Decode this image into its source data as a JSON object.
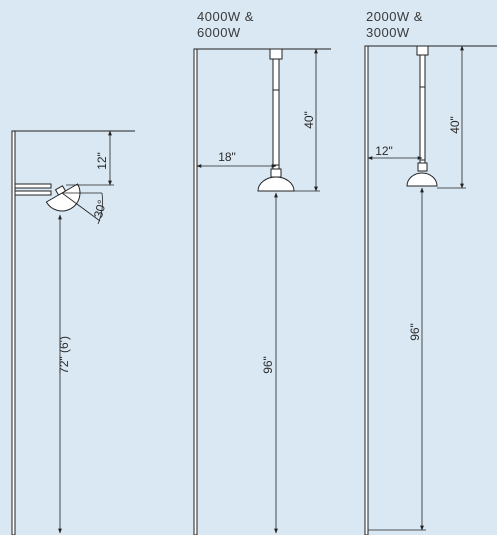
{
  "titles": {
    "middle": "4000W &\n6000W",
    "right": "2000W &\n3000W"
  },
  "left_diagram": {
    "arm_drop": "12\"",
    "tilt_angle": "30°",
    "height": "72\" (6')"
  },
  "middle_diagram": {
    "rod_length": "40\"",
    "wall_offset": "18\"",
    "height": "96\""
  },
  "right_diagram": {
    "rod_length": "40\"",
    "wall_offset": "12\"",
    "height": "96\""
  },
  "colors": {
    "background": "#d9e8f3",
    "line": "#222222",
    "fixture_fill": "#ffffff"
  }
}
